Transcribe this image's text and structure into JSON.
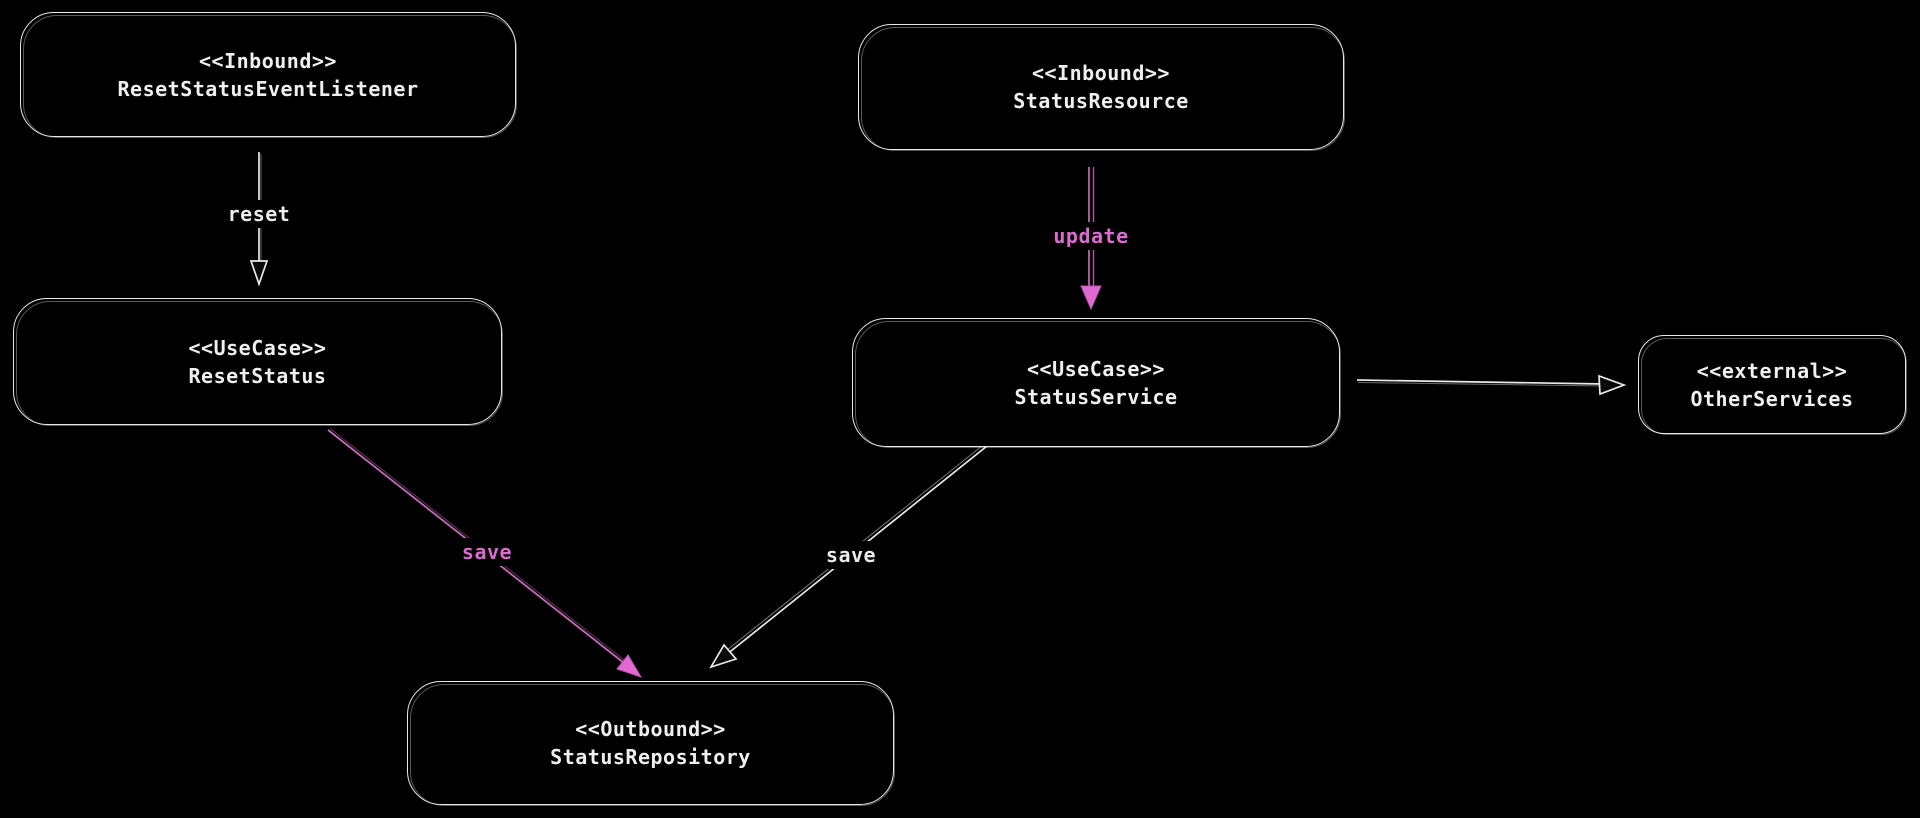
{
  "canvas": {
    "background": "#000000",
    "kind": "hand-drawn architecture diagram"
  },
  "palette": {
    "stroke_white": "#e9e9e9",
    "text_white": "#efefef",
    "accent_pink_line": "#c96bbb",
    "accent_pink_fill": "#e06ad2",
    "accent_pink_text": "#db6cce"
  },
  "nodes": [
    {
      "id": "reset-status-event-listener",
      "stereotype": "<<Inbound>>",
      "name": "ResetStatusEventListener"
    },
    {
      "id": "status-resource",
      "stereotype": "<<Inbound>>",
      "name": "StatusResource"
    },
    {
      "id": "reset-status",
      "stereotype": "<<UseCase>>",
      "name": "ResetStatus"
    },
    {
      "id": "status-service",
      "stereotype": "<<UseCase>>",
      "name": "StatusService"
    },
    {
      "id": "other-services",
      "stereotype": "<<external>>",
      "name": "OtherServices"
    },
    {
      "id": "status-repository",
      "stereotype": "<<Outbound>>",
      "name": "StatusRepository"
    }
  ],
  "edges": [
    {
      "id": "reset",
      "from": "reset-status-event-listener",
      "to": "reset-status",
      "label": "reset",
      "color": "#e9e9e9"
    },
    {
      "id": "update",
      "from": "status-resource",
      "to": "status-service",
      "label": "update",
      "color": "#db6cce"
    },
    {
      "id": "save-pink",
      "from": "reset-status",
      "to": "status-repository",
      "label": "save",
      "color": "#db6cce"
    },
    {
      "id": "save-white",
      "from": "status-service",
      "to": "status-repository",
      "label": "save",
      "color": "#e9e9e9"
    },
    {
      "id": "to-other-services",
      "from": "status-service",
      "to": "other-services",
      "label": "",
      "color": "#e9e9e9"
    }
  ]
}
